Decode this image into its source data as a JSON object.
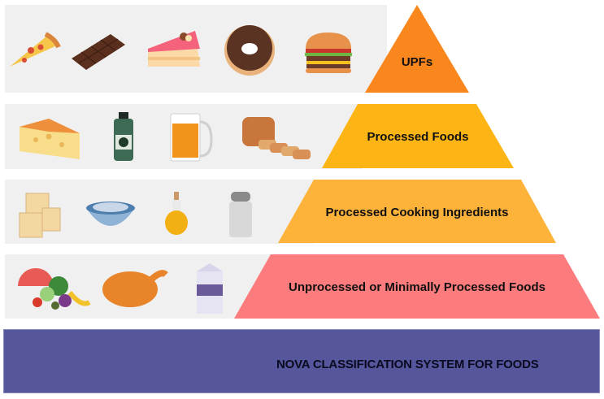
{
  "tiers": [
    {
      "label": "UPFs",
      "color": "#fa861e",
      "foods": [
        "pizza-slice",
        "chocolate-bar",
        "cake-slice",
        "chocolate-donut",
        "cheeseburger"
      ]
    },
    {
      "label": "Processed Foods",
      "color": "#fdb515",
      "foods": [
        "cheese-wedge",
        "juice-bottle",
        "beer-mug",
        "bread-loaf"
      ]
    },
    {
      "label": "Processed Cooking Ingredients",
      "color": "#fdb23a",
      "foods": [
        "sugar-cubes",
        "flour-bowl",
        "oil-bottle",
        "salt-shaker"
      ]
    },
    {
      "label": "Unprocessed or Minimally Processed Foods",
      "color": "#fc7b7c",
      "foods": [
        "fruits-vegetables",
        "roast-chicken",
        "milk-carton"
      ]
    }
  ],
  "banner": {
    "title": "NOVA CLASSIFICATION SYSTEM FOR FOODS",
    "color": "#55569c"
  },
  "band_color": "#f0f0f0"
}
